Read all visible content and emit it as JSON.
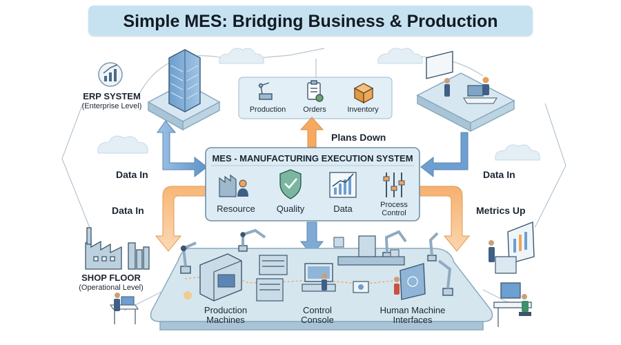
{
  "title": "Simple MES: Bridging Business & Production",
  "erp": {
    "title": "ERP SYSTEM",
    "subtitle": "(Enterprise Level)"
  },
  "business_icons": [
    "Production",
    "Orders",
    "Inventory"
  ],
  "flows": {
    "plans_down": "Plans Down",
    "data_in_top": "Data In",
    "data_in_bottom": "Data In",
    "data_in_right": "Data In",
    "metrics_up": "Metrics Up"
  },
  "mes": {
    "title": "MES - MANUFACTURING EXECUTION SYSTEM",
    "modules": [
      "Resource",
      "Quality",
      "Data",
      "Process Control"
    ]
  },
  "shop_floor": {
    "title": "SHOP FLOOR",
    "subtitle": "(Operational Level)"
  },
  "floor_labels": [
    "Production Machines",
    "Control Console",
    "Human Machine Interfaces"
  ],
  "colors": {
    "platform": "#d5e6ef",
    "arrow_blue": "#6d9fd0",
    "arrow_orange": "#f3a35a",
    "banner": "#c6e2f1"
  }
}
